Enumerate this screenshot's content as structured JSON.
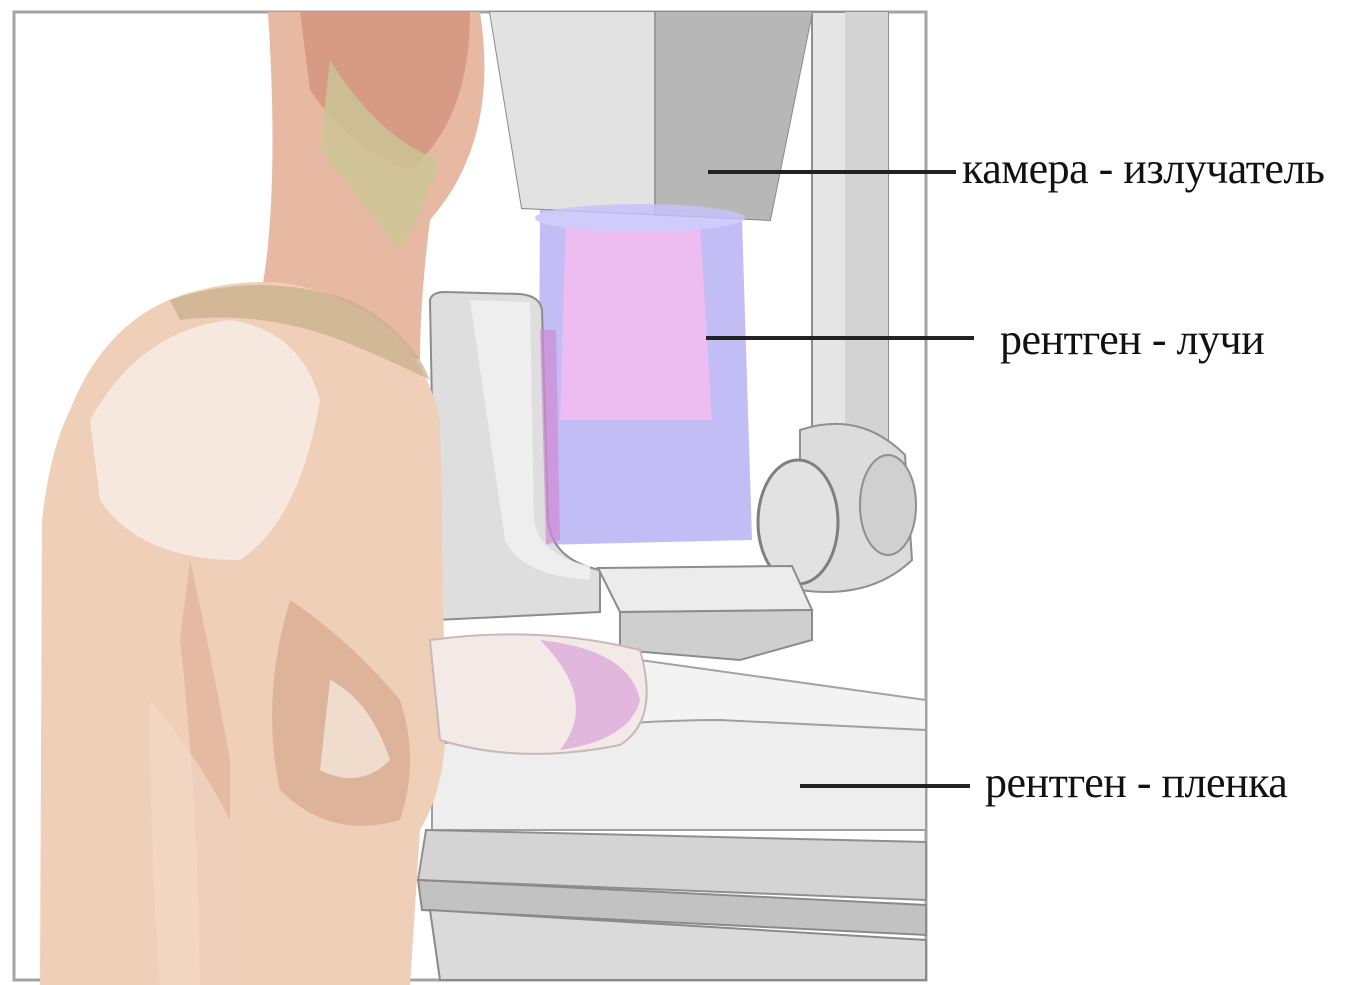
{
  "labels": {
    "camera": "камера - излучатель",
    "rays": "рентген - лучи",
    "film": "рентген - пленка"
  },
  "colors": {
    "frame": "#9a9a9a",
    "skin": "#efcdb5",
    "skin_shadow": "#d9a48c",
    "skin_highlight": "#f6ece4",
    "skin_green": "#c9c79a",
    "machine_light": "#ededed",
    "machine_mid": "#d6d6d6",
    "machine_dark": "#b9b9b9",
    "beam_violet": "#b6b0f0",
    "beam_pink": "#f3a6ec",
    "leader_line": "#222222"
  }
}
